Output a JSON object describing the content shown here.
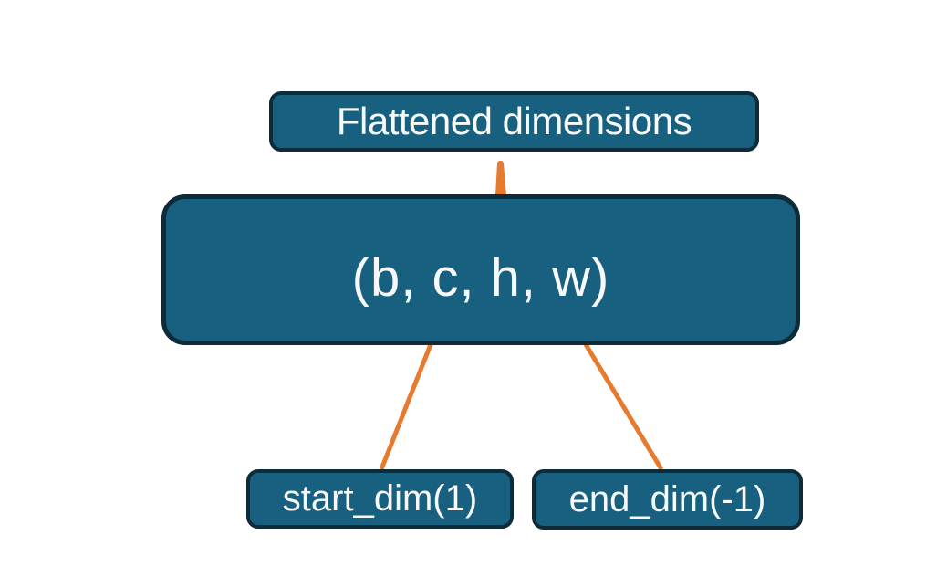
{
  "diagram": {
    "colors": {
      "background": "#FFFFFF",
      "box_fill": "#17607F",
      "box_border": "#0E2B3A",
      "text": "#F7F8F8",
      "connector": "#E67A2E"
    },
    "nodes": {
      "flattened": {
        "label": "Flattened dimensions"
      },
      "tensor": {
        "label": "(b, c, h, w)"
      },
      "start_dim": {
        "label": "start_dim(1)"
      },
      "end_dim": {
        "label": "end_dim(-1)"
      }
    },
    "connectors": {
      "brace": "curly-brace-pointing-up",
      "left_arrow": "arrow-up-right",
      "right_arrow": "arrow-up-left"
    }
  }
}
